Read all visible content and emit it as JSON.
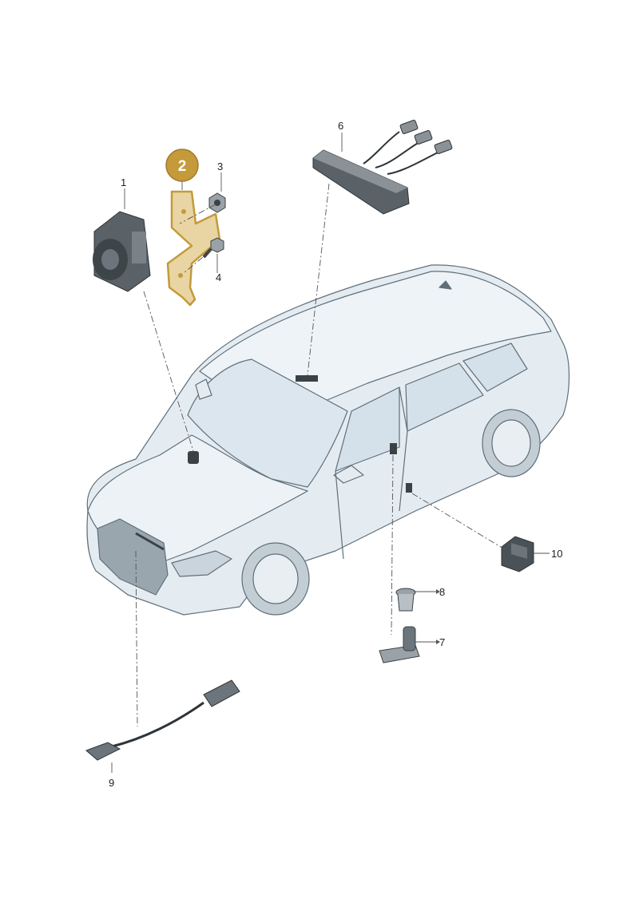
{
  "callouts": [
    {
      "id": "1",
      "label": "1"
    },
    {
      "id": "2",
      "label": "2"
    },
    {
      "id": "3",
      "label": "3"
    },
    {
      "id": "4",
      "label": "4"
    },
    {
      "id": "6",
      "label": "6"
    },
    {
      "id": "7",
      "label": "7"
    },
    {
      "id": "8",
      "label": "8"
    },
    {
      "id": "9",
      "label": "9"
    },
    {
      "id": "10",
      "label": "10"
    }
  ],
  "highlighted_part": "2",
  "colors": {
    "highlight": "#c49a3a",
    "highlight_fill": "#e8d5a3",
    "car_body": "#e4ecf2",
    "car_outline": "#5f6f7a",
    "part_dark": "#4a5258",
    "leader": "#555555"
  }
}
